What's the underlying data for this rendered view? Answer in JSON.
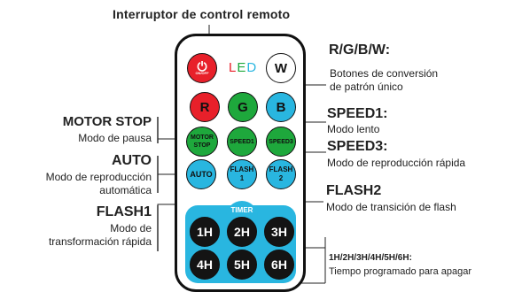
{
  "title": "Interruptor de control remoto",
  "remote": {
    "power_sub": "ON/OFF",
    "led": [
      "L",
      "E",
      "D"
    ],
    "led_colors": [
      "#e8202a",
      "#1ea83c",
      "#29b6e0"
    ],
    "w": "W",
    "r": "R",
    "g": "G",
    "b": "B",
    "motor_stop": [
      "MOTOR",
      "STOP"
    ],
    "speed1": "SPEED1",
    "speed3": "SPEED3",
    "auto": "AUTO",
    "flash1": [
      "FLASH",
      "1"
    ],
    "flash2": [
      "FLASH",
      "2"
    ],
    "timer": "TIMER",
    "timer_buttons": [
      "1H",
      "2H",
      "3H",
      "4H",
      "5H",
      "6H"
    ]
  },
  "callouts": {
    "rgbw_title": "R/G/B/W:",
    "rgbw_desc1": "Botones de conversión",
    "rgbw_desc2": "de patrón único",
    "speed1_title": "SPEED1:",
    "speed1_desc": "Modo lento",
    "speed3_title": "SPEED3:",
    "speed3_desc": "Modo de reproducción rápida",
    "flash2_title": "FLASH2",
    "flash2_desc": "Modo de transición de flash",
    "timer_title": "1H/2H/3H/4H/5H/6H:",
    "timer_desc": "Tiempo programado para apagar",
    "motor_stop_title": "MOTOR STOP",
    "motor_stop_desc": "Modo de pausa",
    "auto_title": "AUTO",
    "auto_desc1": "Modo de reproducción",
    "auto_desc2": "automática",
    "flash1_title": "FLASH1",
    "flash1_desc1": "Modo de",
    "flash1_desc2": "transformación rápida"
  },
  "colors": {
    "red": "#e8202a",
    "green": "#1ea83c",
    "blue": "#29b6e0",
    "black": "#141414"
  }
}
